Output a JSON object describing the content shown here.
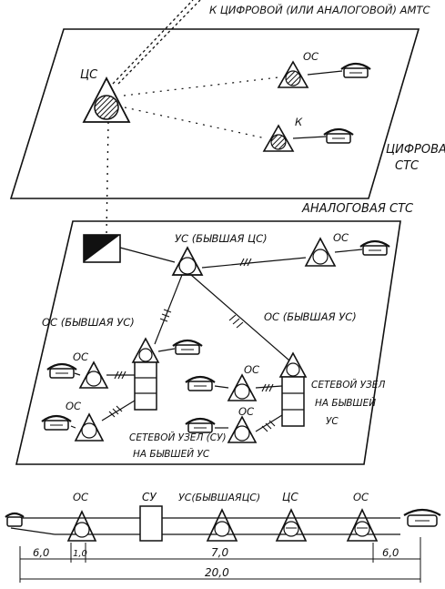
{
  "colors": {
    "ink": "#111111",
    "paper": "#ffffff"
  },
  "top_panel": {
    "amts_label": "К ЦИФРОВОЙ (ИЛИ АНАЛОГОВОЙ) АМТС",
    "cs_label": "ЦС",
    "os_label": "ОС",
    "k_label": "К",
    "panel_label_line1": "ЦИФРОВАЯ",
    "panel_label_line2": "СТС"
  },
  "middle_panel": {
    "panel_title": "АНАЛОГОВАЯ СТС",
    "us_label": "УС (БЫВШАЯ ЦС)",
    "os_top": "ОС",
    "os_former_left": "ОС (БЫВШАЯ УС)",
    "os_former_right": "ОС (БЫВШАЯ УС)",
    "os_a": "ОС",
    "os_b": "ОС",
    "os_c": "ОС",
    "os_d": "ОС",
    "node_right_line1": "СЕТЕВОЙ УЗЕЛ",
    "node_right_line2": "НА БЫВШЕЙ",
    "node_right_line3": "УС",
    "node_bottom_line1": "СЕТЕВОЙ УЗЕЛ (СУ)",
    "node_bottom_line2": "НА БЫВШЕЙ УС"
  },
  "bottom_strip": {
    "labels": [
      "ОС",
      "СУ",
      "УС(БЫВШАЯЦС)",
      "ЦС",
      "ОС"
    ],
    "dimensions": [
      "6,0",
      "1,0",
      "7,0",
      "6,0"
    ],
    "total": "20,0"
  }
}
